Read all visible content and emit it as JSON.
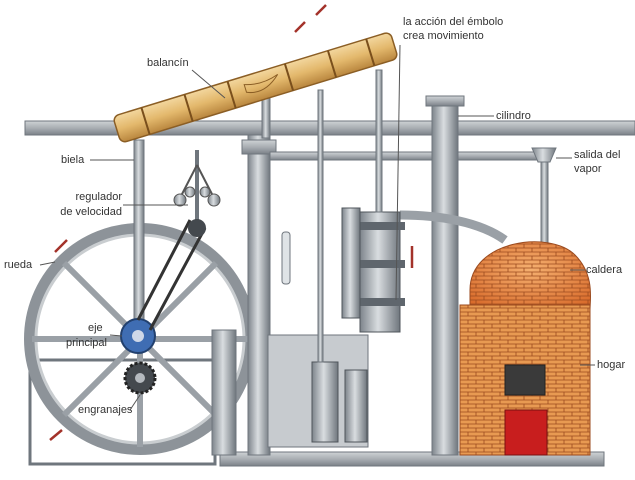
{
  "labels": {
    "balancin": "balancín",
    "accion_line1": "la acción del émbolo",
    "accion_line2": "crea movimiento",
    "cilindro": "cilindro",
    "biela": "biela",
    "regulador_line1": "regulador",
    "regulador_line2": "de velocidad",
    "salida_line1": "salida del",
    "salida_line2": "vapor",
    "rueda": "rueda",
    "caldera": "caldera",
    "eje_line1": "eje",
    "eje_line2": "principal",
    "hogar": "hogar",
    "engranajes": "engranajes"
  },
  "colors": {
    "metal": "#a9aeb3",
    "metal_dark": "#6f767d",
    "wood": "#e3b86c",
    "brick": "#e6873c",
    "firebox": "#c81e1e",
    "gear": "#3f6db3",
    "arrow": "#a3322a"
  }
}
